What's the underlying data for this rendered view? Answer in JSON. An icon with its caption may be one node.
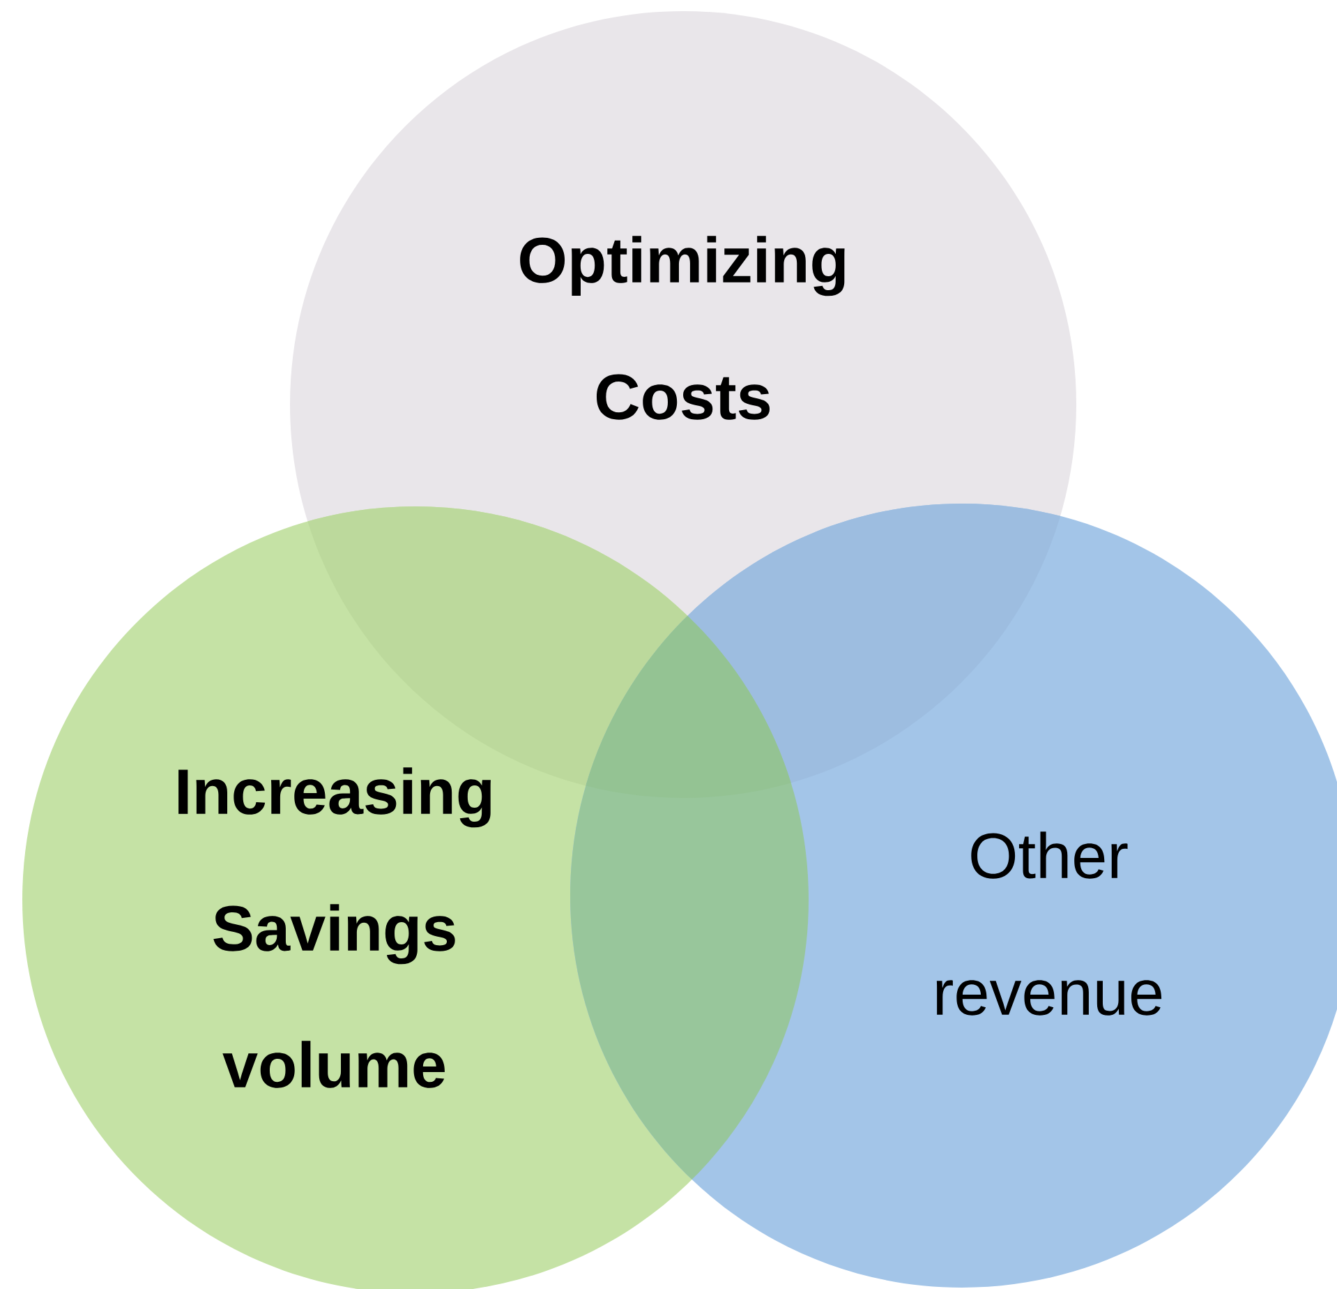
{
  "diagram": {
    "nodes": [
      {
        "text": [
          "Optimizing Costs"
        ]
      },
      {
        "text": [
          "Increasing Savings volume"
        ]
      },
      {
        "text": [
          "Other revenue"
        ]
      }
    ]
  }
}
